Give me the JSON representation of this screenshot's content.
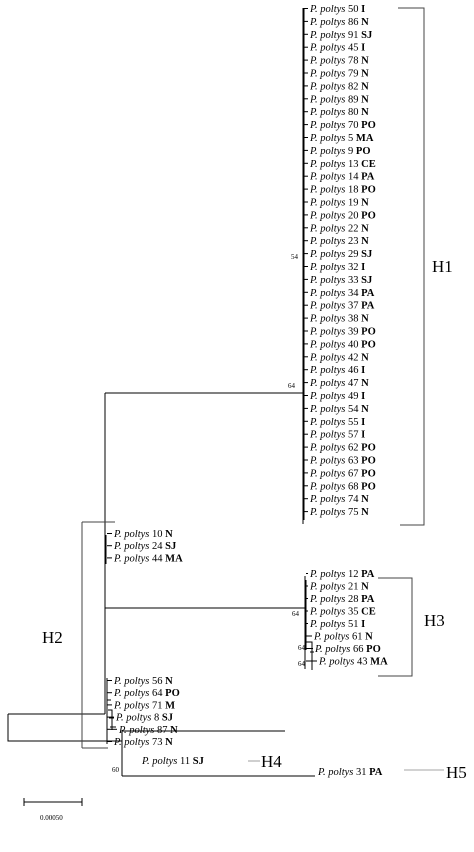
{
  "tree": {
    "clades": [
      {
        "label": "H1",
        "bootstrap": [
          "54",
          "64"
        ],
        "leaves": [
          {
            "species": "P. poltys",
            "id": "50",
            "site": "I"
          },
          {
            "species": "P. poltys",
            "id": "86",
            "site": "N"
          },
          {
            "species": "P. poltys",
            "id": "91",
            "site": "SJ"
          },
          {
            "species": "P. poltys",
            "id": "45",
            "site": "I"
          },
          {
            "species": "P. poltys",
            "id": "78",
            "site": "N"
          },
          {
            "species": "P. poltys",
            "id": "79",
            "site": "N"
          },
          {
            "species": "P. poltys",
            "id": "82",
            "site": "N"
          },
          {
            "species": "P. poltys",
            "id": "89",
            "site": "N"
          },
          {
            "species": "P. poltys",
            "id": "80",
            "site": "N"
          },
          {
            "species": "P. poltys",
            "id": "70",
            "site": "PO"
          },
          {
            "species": "P. poltys",
            "id": "5",
            "site": "MA"
          },
          {
            "species": "P. poltys",
            "id": "9",
            "site": "PO"
          },
          {
            "species": "P. poltys",
            "id": "13",
            "site": "CE"
          },
          {
            "species": "P. poltys",
            "id": "14",
            "site": "PA"
          },
          {
            "species": "P. poltys",
            "id": "18",
            "site": "PO"
          },
          {
            "species": "P. poltys",
            "id": "19",
            "site": "N"
          },
          {
            "species": "P. poltys",
            "id": "20",
            "site": "PO"
          },
          {
            "species": "P. poltys",
            "id": "22",
            "site": "N"
          },
          {
            "species": "P. poltys",
            "id": "23",
            "site": "N"
          },
          {
            "species": "P. poltys",
            "id": "29",
            "site": "SJ"
          },
          {
            "species": "P. poltys",
            "id": "32",
            "site": "I"
          },
          {
            "species": "P. poltys",
            "id": "33",
            "site": "SJ"
          },
          {
            "species": "P. poltys",
            "id": "34",
            "site": "PA"
          },
          {
            "species": "P. poltys",
            "id": "37",
            "site": "PA"
          },
          {
            "species": "P. poltys",
            "id": "38",
            "site": "N"
          },
          {
            "species": "P. poltys",
            "id": "39",
            "site": "PO"
          },
          {
            "species": "P. poltys",
            "id": "40",
            "site": "PO"
          },
          {
            "species": "P. poltys",
            "id": "42",
            "site": "N"
          },
          {
            "species": "P. poltys",
            "id": "46",
            "site": "I"
          },
          {
            "species": "P. poltys",
            "id": "47",
            "site": "N"
          },
          {
            "species": "P. poltys",
            "id": "49",
            "site": "I"
          },
          {
            "species": "P. poltys",
            "id": "54",
            "site": "N"
          },
          {
            "species": "P. poltys",
            "id": "55",
            "site": "I"
          },
          {
            "species": "P. poltys",
            "id": "57",
            "site": "I"
          },
          {
            "species": "P. poltys",
            "id": "62",
            "site": "PO"
          },
          {
            "species": "P. poltys",
            "id": "63",
            "site": "PO"
          },
          {
            "species": "P. poltys",
            "id": "67",
            "site": "PO"
          },
          {
            "species": "P. poltys",
            "id": "68",
            "site": "PO"
          },
          {
            "species": "P. poltys",
            "id": "74",
            "site": "N"
          },
          {
            "species": "P. poltys",
            "id": "75",
            "site": "N"
          }
        ]
      },
      {
        "label": "H3",
        "bootstrap": [
          "64",
          "64",
          "64"
        ],
        "leaves": [
          {
            "species": "P. poltys",
            "id": "12",
            "site": "PA"
          },
          {
            "species": "P. poltys",
            "id": "21",
            "site": "N"
          },
          {
            "species": "P. poltys",
            "id": "28",
            "site": "PA"
          },
          {
            "species": "P. poltys",
            "id": "35",
            "site": "CE"
          },
          {
            "species": "P. poltys",
            "id": "51",
            "site": "I"
          },
          {
            "species": "P. poltys",
            "id": "61",
            "site": "N"
          },
          {
            "species": "P. poltys",
            "id": "66",
            "site": "PO"
          },
          {
            "species": "P. poltys",
            "id": "43",
            "site": "MA"
          }
        ]
      },
      {
        "label": "H2",
        "bootstrap": [],
        "leaves": [
          {
            "species": "P. poltys",
            "id": "10",
            "site": "N"
          },
          {
            "species": "P. poltys",
            "id": "24",
            "site": "SJ"
          },
          {
            "species": "P. poltys",
            "id": "44",
            "site": "MA"
          },
          {
            "species": "P. poltys",
            "id": "56",
            "site": "N"
          },
          {
            "species": "P. poltys",
            "id": "64",
            "site": "PO"
          },
          {
            "species": "P. poltys",
            "id": "71",
            "site": "M"
          },
          {
            "species": "P. poltys",
            "id": "8",
            "site": "SJ"
          },
          {
            "species": "P. poltys",
            "id": "87",
            "site": "N"
          },
          {
            "species": "P. poltys",
            "id": "73",
            "site": "N"
          }
        ]
      },
      {
        "label": "H4",
        "bootstrap": [
          "60"
        ],
        "leaves": [
          {
            "species": "P. poltys",
            "id": "11",
            "site": "SJ"
          }
        ]
      },
      {
        "label": "H5",
        "bootstrap": [],
        "leaves": [
          {
            "species": "P. poltys",
            "id": "31",
            "site": "PA"
          }
        ]
      }
    ],
    "scale_bar": {
      "label": "0.00050"
    }
  }
}
